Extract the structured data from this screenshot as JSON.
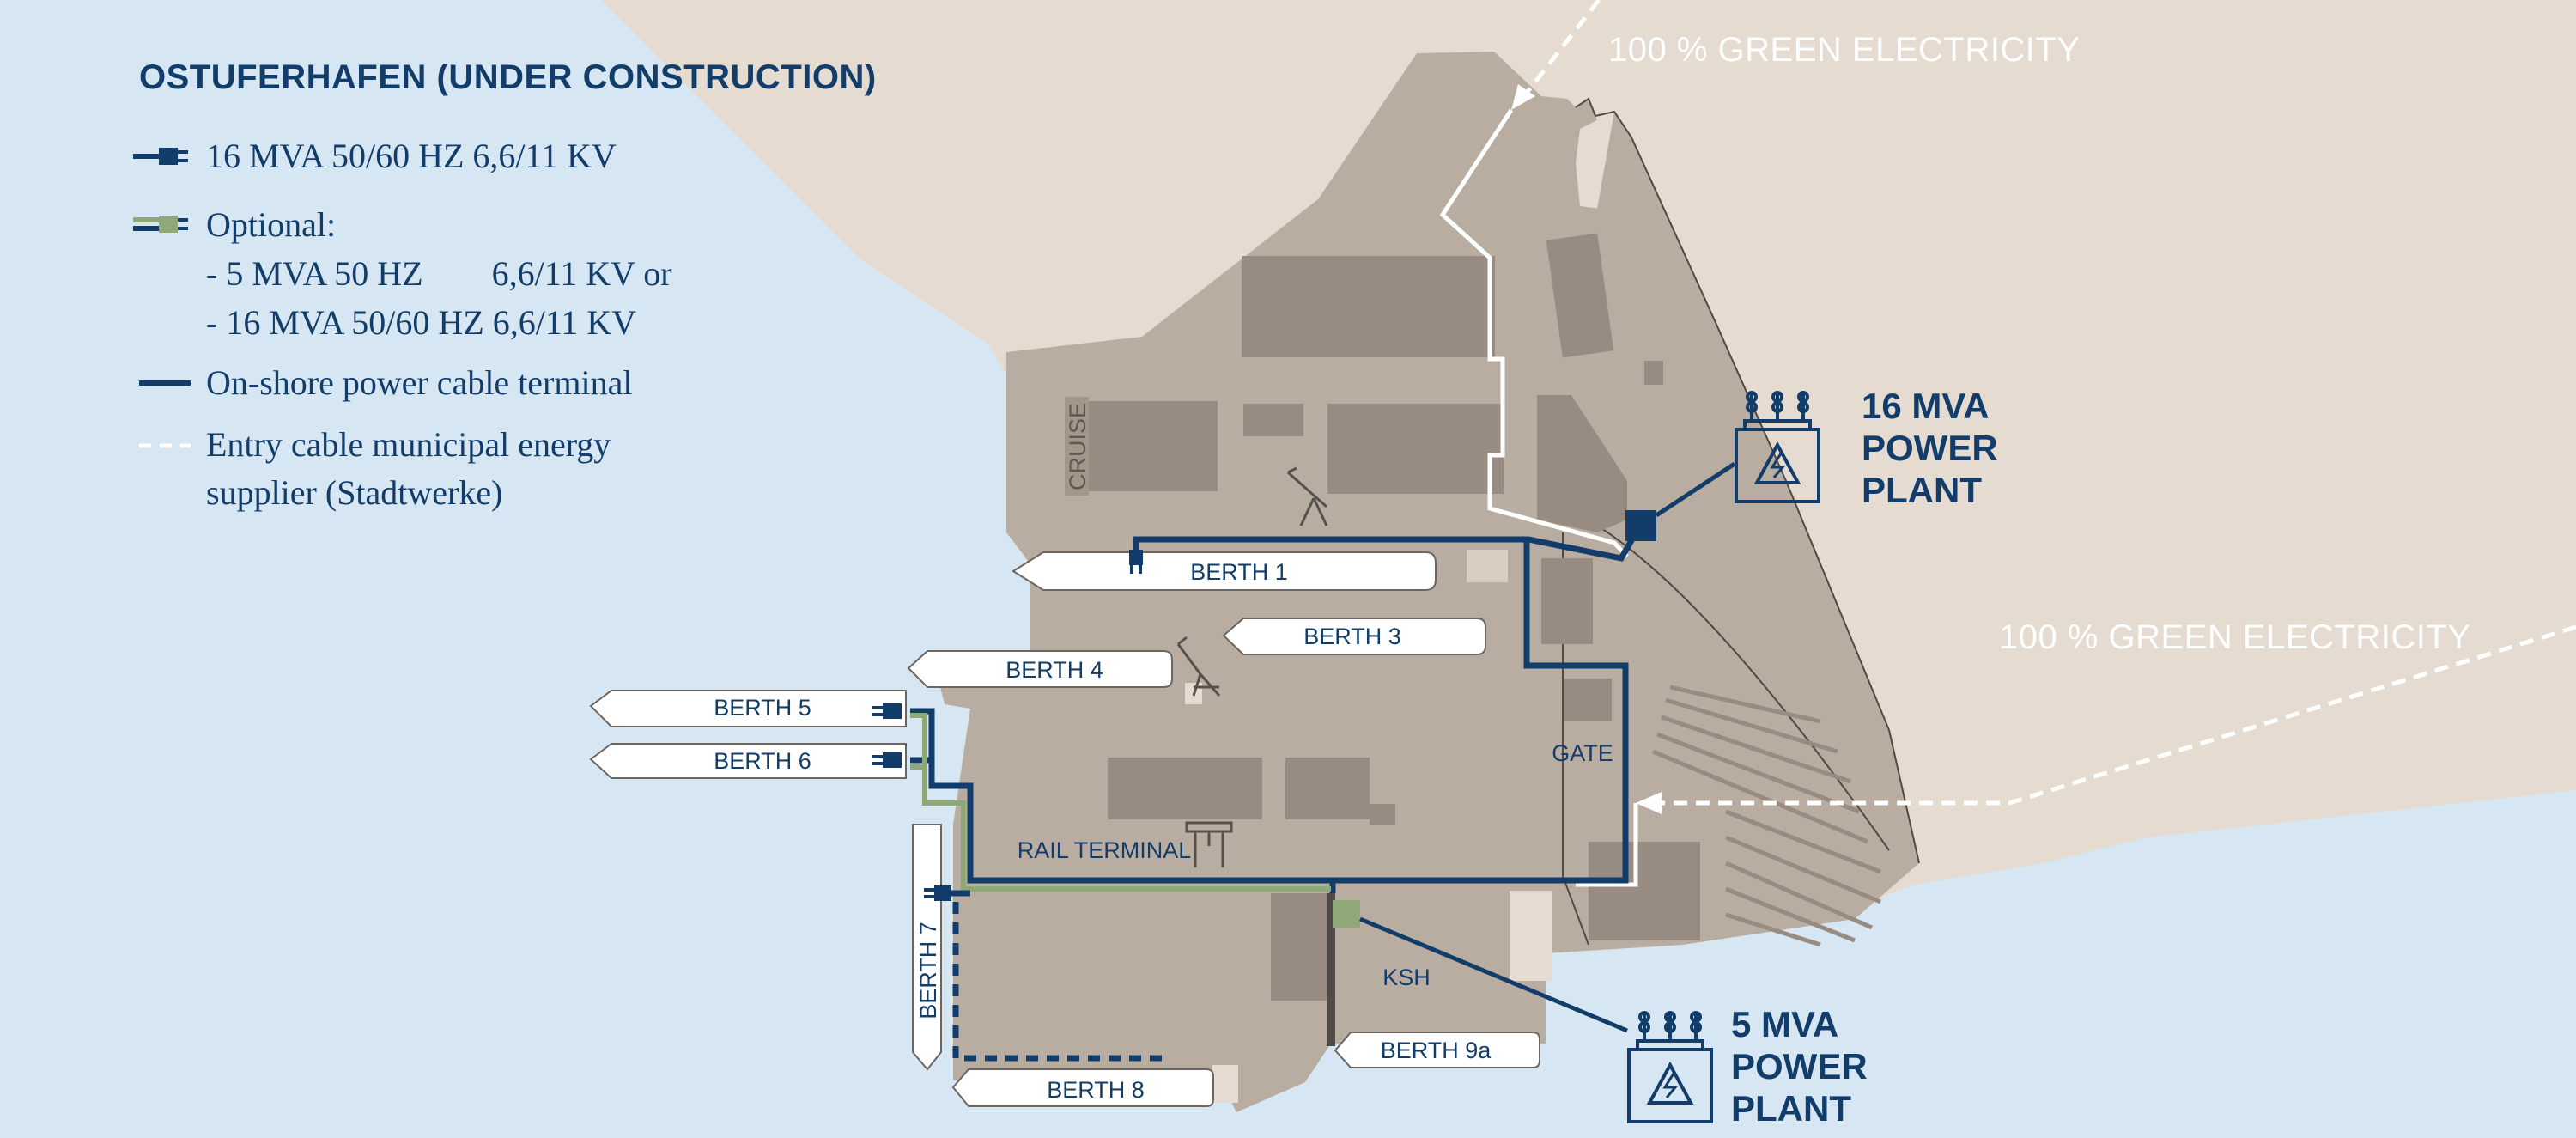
{
  "legend": {
    "title": "OSTUFERHAFEN (UNDER CONSTRUCTION)",
    "item_16mva": "16 MVA 50/60 HZ 6,6/11 KV",
    "optional_label": "Optional:",
    "optional_a_left": "-   5 MVA 50 HZ",
    "optional_a_right": "6,6/11 KV or",
    "optional_b": "- 16 MVA 50/60 HZ 6,6/11 KV",
    "terminal_cable": "On-shore power cable terminal",
    "entry_cable_line1": "Entry cable municipal energy",
    "entry_cable_line2": "supplier (Stadtwerke)"
  },
  "green_electricity_top": "100 % GREEN ELECTRICITY",
  "green_electricity_right": "100 % GREEN ELECTRICITY",
  "plants": {
    "plant16": {
      "line1": "16 MVA",
      "line2": "POWER",
      "line3": "PLANT"
    },
    "plant5": {
      "line1": "5 MVA",
      "line2": "POWER",
      "line3": "PLANT"
    }
  },
  "berths": {
    "b1": "BERTH 1",
    "b3": "BERTH 3",
    "b4": "BERTH 4",
    "b5": "BERTH 5",
    "b6": "BERTH 6",
    "b7": "BERTH 7",
    "b8": "BERTH 8",
    "b9a": "BERTH 9a"
  },
  "areas": {
    "cruise": "CRUISE",
    "gate": "GATE",
    "rail_terminal": "RAIL TERMINAL",
    "ksh": "KSH"
  },
  "colors": {
    "water": "#d6e6f2",
    "land": "#e5dbd0",
    "port_area": "#b9ada2",
    "building": "#978b82",
    "navy": "#123d6a",
    "green": "#8fa878",
    "white": "#ffffff"
  }
}
